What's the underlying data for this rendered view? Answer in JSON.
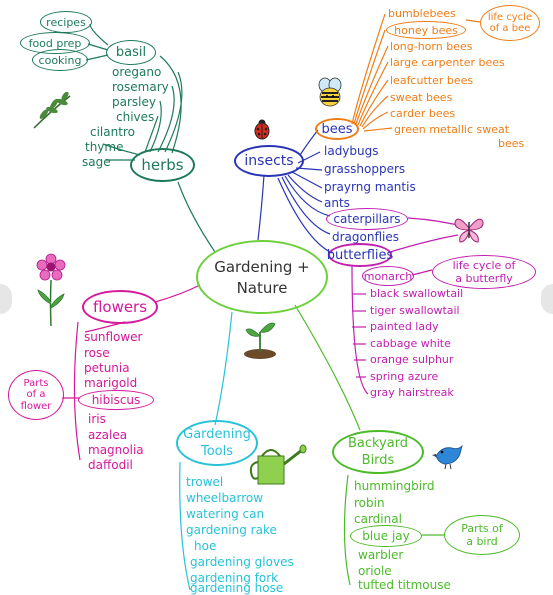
{
  "center": {
    "line1": "Gardening +",
    "line2": "Nature"
  },
  "colors": {
    "herbs": "#1e7a5a",
    "insects": "#2a35b5",
    "bees": "#ee7d18",
    "butterflies": "#c01fb0",
    "flowers": "#d6189a",
    "tools": "#27c2d8",
    "birds": "#4cbb2a",
    "center": "#6dcf3a",
    "text": "#333333"
  },
  "herbs": {
    "label": "herbs",
    "basil": "basil",
    "basil_children": [
      "recipes",
      "food prep",
      "cooking"
    ],
    "items": [
      "oregano",
      "rosemary",
      "parsley",
      "chives",
      "cilantro",
      "thyme",
      "sage"
    ]
  },
  "insects": {
    "label": "insects",
    "items": [
      "ladybugs",
      "grasshoppers",
      "prayrng mantis",
      "ants",
      "caterpillars",
      "dragonflies"
    ],
    "bees": {
      "label": "bees",
      "items": [
        "bumblebees",
        "honey bees",
        "long-horn bees",
        "large carpenter bees",
        "leafcutter bees",
        "sweat bees",
        "carder bees",
        "green metallic sweat",
        "bees"
      ],
      "lifecycle": [
        "life cycle",
        "of a bee"
      ]
    },
    "butterflies": {
      "label": "butterflies",
      "items": [
        "monarch",
        "black swallowtail",
        "tiger swallowtail",
        "painted lady",
        "cabbage white",
        "orange sulphur",
        "spring azure",
        "gray hairstreak"
      ],
      "lifecycle": [
        "life cycle of",
        "a butterfly"
      ]
    }
  },
  "flowers": {
    "label": "flowers",
    "items": [
      "sunflower",
      "rose",
      "petunia",
      "marigold",
      "hibiscus",
      "iris",
      "azalea",
      "magnolia",
      "daffodil"
    ],
    "parts": [
      "Parts",
      "of a",
      "flower"
    ]
  },
  "tools": {
    "label": [
      "Gardening",
      "Tools"
    ],
    "items": [
      "trowel",
      "wheelbarrow",
      "watering can",
      "gardening rake",
      "hoe",
      "gardening gloves",
      "gardening fork",
      "gardening hose"
    ]
  },
  "birds": {
    "label": [
      "Backyard",
      "Birds"
    ],
    "items": [
      "hummingbird",
      "robin",
      "cardinal",
      "blue jay",
      "warbler",
      "oriole",
      "tufted titmouse"
    ],
    "parts": [
      "Parts of",
      "a bird"
    ]
  },
  "icons": [
    "herb-sprig-icon",
    "ladybug-icon",
    "bee-icon",
    "butterfly-icon",
    "flower-icon",
    "seedling-icon",
    "watering-can-icon",
    "bird-icon"
  ]
}
